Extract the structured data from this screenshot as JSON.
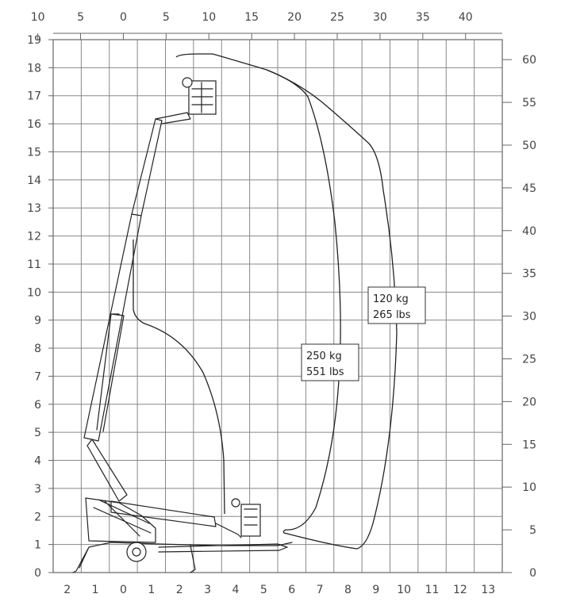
{
  "chart_data": {
    "type": "diagram",
    "axes": {
      "left_m": {
        "ticks": [
          "0",
          "1",
          "2",
          "3",
          "4",
          "5",
          "6",
          "7",
          "8",
          "9",
          "10",
          "11",
          "12",
          "13",
          "14",
          "15",
          "16",
          "17",
          "18",
          "19"
        ]
      },
      "right_ft": {
        "ticks": [
          "0",
          "5",
          "10",
          "15",
          "20",
          "25",
          "30",
          "35",
          "40",
          "45",
          "50",
          "55",
          "60"
        ]
      },
      "bottom_m": {
        "ticks": [
          "2",
          "1",
          "0",
          "1",
          "2",
          "3",
          "4",
          "5",
          "6",
          "7",
          "8",
          "9",
          "10",
          "11",
          "12",
          "13"
        ]
      },
      "top_ft": {
        "ticks": [
          "10",
          "5",
          "0",
          "5",
          "10",
          "15",
          "20",
          "25",
          "30",
          "35",
          "40"
        ]
      }
    },
    "envelopes": [
      {
        "line1": "250 kg",
        "line2": "551 lbs"
      },
      {
        "line1": "120 kg",
        "line2": "265 lbs"
      }
    ]
  }
}
